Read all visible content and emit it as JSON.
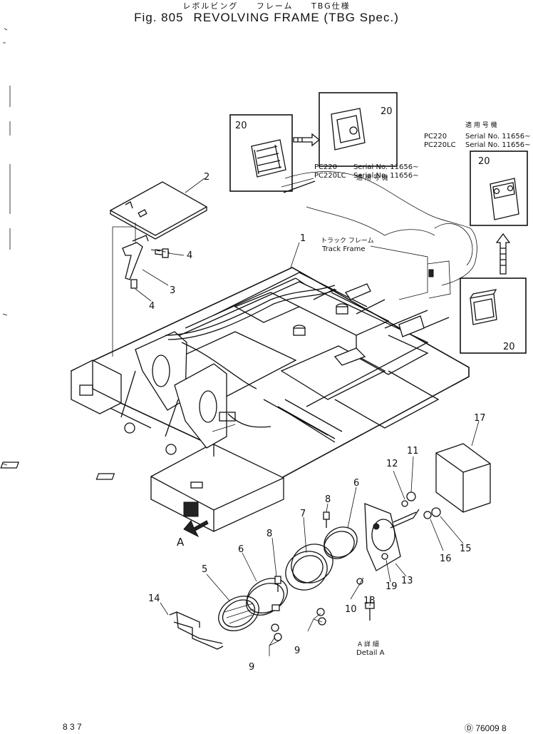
{
  "header": {
    "jp_part1": "レボルビング",
    "jp_part2": "フレーム",
    "jp_part3": "TBG仕様",
    "fig": "Fig. 805",
    "title": "REVOLVING FRAME (TBG Spec.)"
  },
  "applicability_top": {
    "jp_label": "適 用 号 機",
    "model1": "PC220",
    "model2": "PC220LC",
    "serial1": "Serial No. 11656~",
    "serial2": "Serial No. 11656~"
  },
  "applicability_right": {
    "jp_label": "適 用 号 機",
    "model1": "PC220",
    "model2": "PC220LC",
    "serial1": "Serial No. 11656~",
    "serial2": "Serial No. 11656~"
  },
  "track_frame": {
    "jp": "トラック フレーム",
    "en": "Track Frame"
  },
  "detail": {
    "jp": "A 詳 細",
    "en": "Detail A"
  },
  "arrow_label": "A",
  "callouts": {
    "c1": "1",
    "c2": "2",
    "c3": "3",
    "c4a": "4",
    "c4b": "4",
    "c5": "5",
    "c6a": "6",
    "c6b": "6",
    "c7": "7",
    "c8a": "8",
    "c8b": "8",
    "c9a": "9",
    "c9b": "9",
    "c10": "10",
    "c11": "11",
    "c12": "12",
    "c13": "13",
    "c14": "14",
    "c15": "15",
    "c16": "16",
    "c17": "17",
    "c18": "18",
    "c19": "19",
    "c20a": "20",
    "c20b": "20",
    "c20c": "20",
    "c20d": "20"
  },
  "footer": {
    "left": "8 3 7",
    "right": "Ⓓ 76009 8"
  }
}
